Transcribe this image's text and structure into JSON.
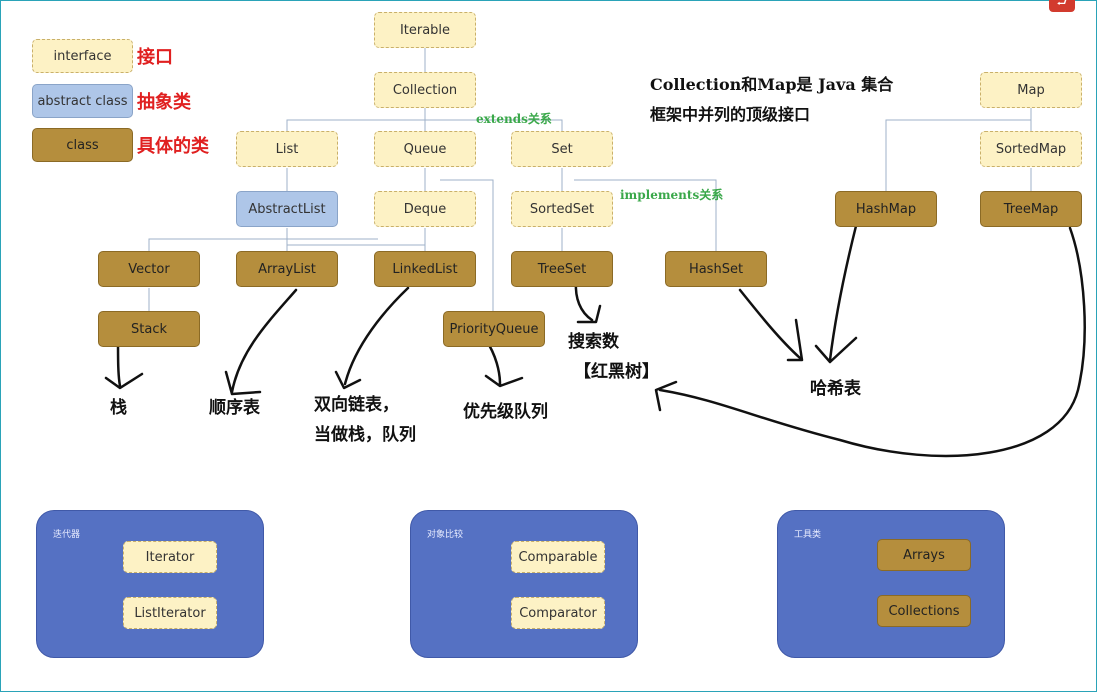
{
  "legend": [
    {
      "box": "interface",
      "label": "接口"
    },
    {
      "box": "abstract class",
      "label": "抽象类"
    },
    {
      "box": "class",
      "label": "具体的类"
    }
  ],
  "note_lines": [
    "Collection和Map是 Java 集合",
    "框架中并列的顶级接口"
  ],
  "relations": {
    "extends": "extends关系",
    "implements": "implements关系"
  },
  "nodes": {
    "iterable": "Iterable",
    "collection": "Collection",
    "list": "List",
    "queue": "Queue",
    "set": "Set",
    "abstract_list": "AbstractList",
    "deque": "Deque",
    "sorted_set": "SortedSet",
    "vector": "Vector",
    "array_list": "ArrayList",
    "linked_list": "LinkedList",
    "tree_set": "TreeSet",
    "hash_set": "HashSet",
    "stack": "Stack",
    "priority_queue": "PriorityQueue",
    "map": "Map",
    "sorted_map": "SortedMap",
    "hash_map": "HashMap",
    "tree_map": "TreeMap"
  },
  "annotations": {
    "stack": "栈",
    "sequence": "顺序表",
    "linked_1": "双向链表，",
    "linked_2": "当做栈，队列",
    "priority": "优先级队列",
    "search_1": "搜索数",
    "search_2": "【红黑树】",
    "hash": "哈希表"
  },
  "panels": [
    {
      "title": "迭代器",
      "items": [
        "Iterator",
        "ListIterator"
      ]
    },
    {
      "title": "对象比较",
      "items": [
        "Comparable",
        "Comparator"
      ]
    },
    {
      "title": "工具类",
      "items": [
        "Arrays",
        "Collections"
      ]
    }
  ],
  "corner_icon": "back-arrow-icon"
}
